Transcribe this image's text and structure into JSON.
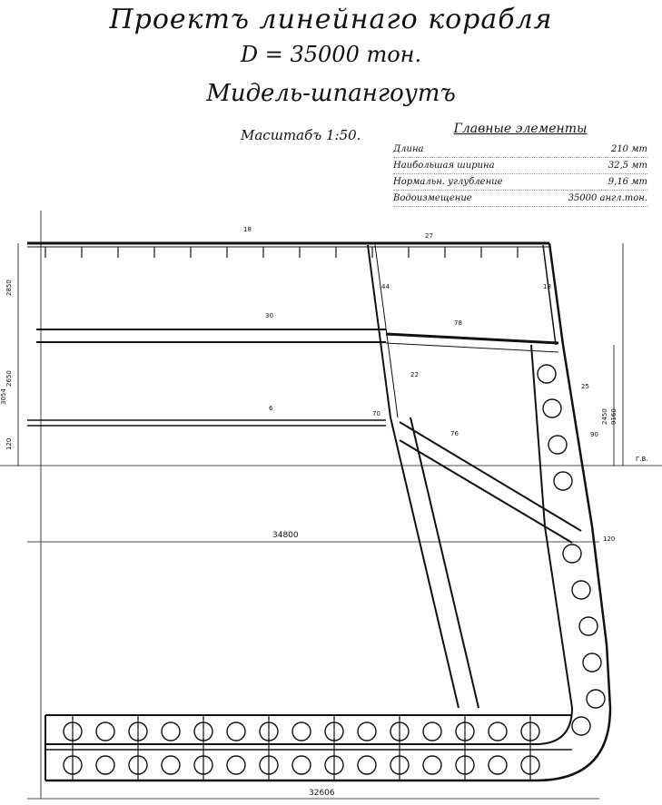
{
  "header": {
    "title": "Проектъ линейнаго корабля",
    "displacement": "D = 35000 тон.",
    "subtitle": "Мидель-шпангоутъ"
  },
  "scale": "Масштабъ 1:50.",
  "specs": {
    "heading": "Главные элементы",
    "rows": [
      {
        "name": "Длина",
        "value": "210 мт"
      },
      {
        "name": "Наибольшая ширина",
        "value": "32,5 мт"
      },
      {
        "name": "Нормальн. углубление",
        "value": "9,16 мт"
      },
      {
        "name": "Водоизмещение",
        "value": "35000 англ.тон."
      }
    ]
  },
  "dimensions": {
    "half_beam": "34800",
    "base_width": "32606",
    "left_dims": [
      "2850",
      "2650",
      "3054",
      "120"
    ],
    "right_dims": [
      "2450",
      "9160"
    ],
    "waterline_label": "Г.В.",
    "small_labels": [
      "18",
      "27",
      "44",
      "18",
      "30",
      "78",
      "22",
      "25",
      "6",
      "76",
      "70",
      "90",
      "120"
    ]
  }
}
